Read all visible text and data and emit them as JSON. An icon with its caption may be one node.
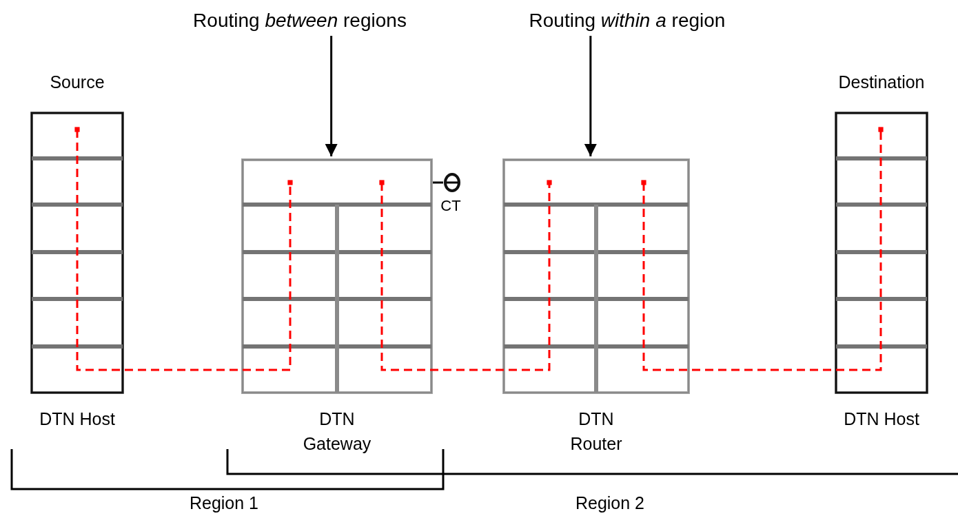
{
  "diagram": {
    "nodes": [
      {
        "text": [
          "Source",
          "DTN Host"
        ]
      },
      {
        "text": [
          "DTN Gateway"
        ]
      },
      {
        "text": [
          "DTN Router"
        ]
      },
      {
        "text": [
          "Destination",
          "DTN Host"
        ]
      },
      {
        "text": [
          "Routing *between* regions"
        ]
      },
      {
        "text": [
          "Routing *within a* region"
        ]
      }
    ],
    "edges": [
      {
        "from": 0,
        "to": 1,
        "arrow": "other",
        "style": "dashed",
        "color": "#ff0000"
      },
      {
        "from": 1,
        "to": 2,
        "arrow": "other",
        "style": "dashed",
        "color": "#ff0000"
      },
      {
        "from": 2,
        "to": 3,
        "arrow": "other",
        "style": "dashed",
        "color": "#ff0000"
      },
      {
        "from": 4,
        "to": 1,
        "arrow": "to",
        "color": "#000000"
      },
      {
        "from": 5,
        "to": 2,
        "arrow": "to",
        "color": "#000000"
      }
    ],
    "labels": [
      "CT",
      "Region 1",
      "Region 2"
    ]
  }
}
